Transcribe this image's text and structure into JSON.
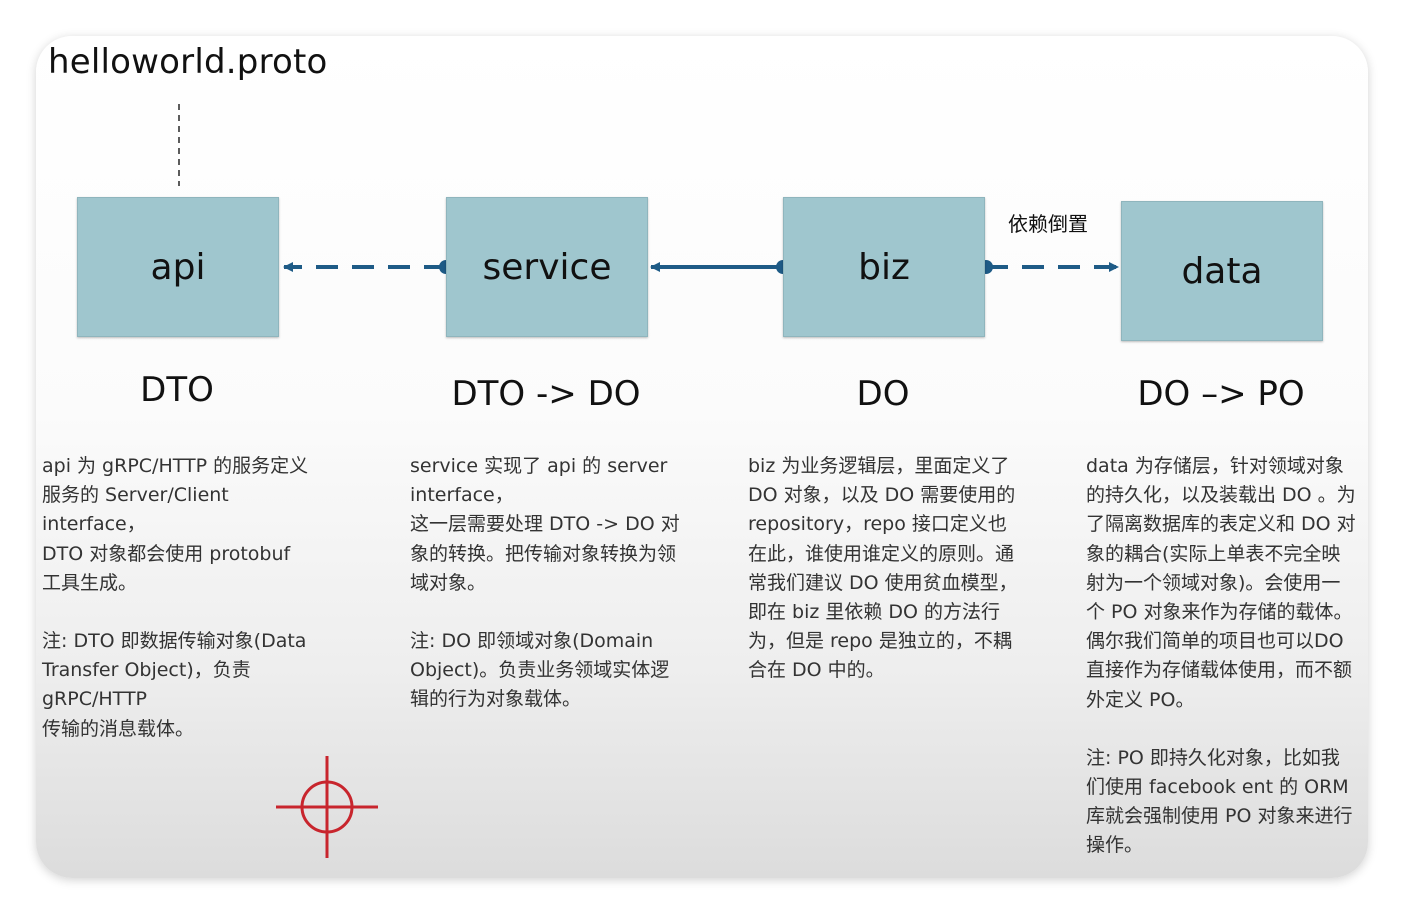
{
  "title": "helloworld.proto",
  "nodes": {
    "api": "api",
    "service": "service",
    "biz": "biz",
    "data": "data"
  },
  "labels": {
    "api": "DTO",
    "service": "DTO -> DO",
    "biz": "DO",
    "data": "DO –> PO"
  },
  "inverse_label": "依赖倒置",
  "descriptions": {
    "api": {
      "text": "api 为 gRPC/HTTP 的服务定义\n服务的 Server/Client interface，\nDTO 对象都会使用 protobuf 工具生成。",
      "note": "注: DTO 即数据传输对象(Data Transfer Object)，负责 gRPC/HTTP\n传输的消息载体。"
    },
    "service": {
      "text": "service 实现了 api 的 server interface，\n这一层需要处理 DTO -> DO 对象的转换。把传输对象转换为领域对象。",
      "note": "注: DO 即领域对象(Domain Object)。负责业务领域实体逻辑的行为对象载体。"
    },
    "biz": {
      "text": "biz 为业务逻辑层，里面定义了 DO 对象，以及 DO 需要使用的 repository，repo 接口定义也在此，谁使用谁定义的原则。通常我们建议 DO 使用贫血模型，即在 biz 里依赖 DO 的方法行为，但是 repo 是独立的，不耦合在 DO 中的。"
    },
    "data": {
      "text": "data 为存储层，针对领域对象的持久化，以及装载出 DO 。为了隔离数据库的表定义和 DO 对象的耦合(实际上单表不完全映射为一个领域对象)。会使用一个 PO 对象来作为存储的载体。偶尔我们简单的项目也可以DO 直接作为存储载体使用，而不额外定义 PO。",
      "note": "注: PO 即持久化对象，比如我们使用 facebook ent 的 ORM 库就会强制使用 PO 对象来进行操作。"
    }
  },
  "colors": {
    "node_fill": "#9fc6ce",
    "arrow": "#1e5b86",
    "crosshair": "#c8252d"
  }
}
